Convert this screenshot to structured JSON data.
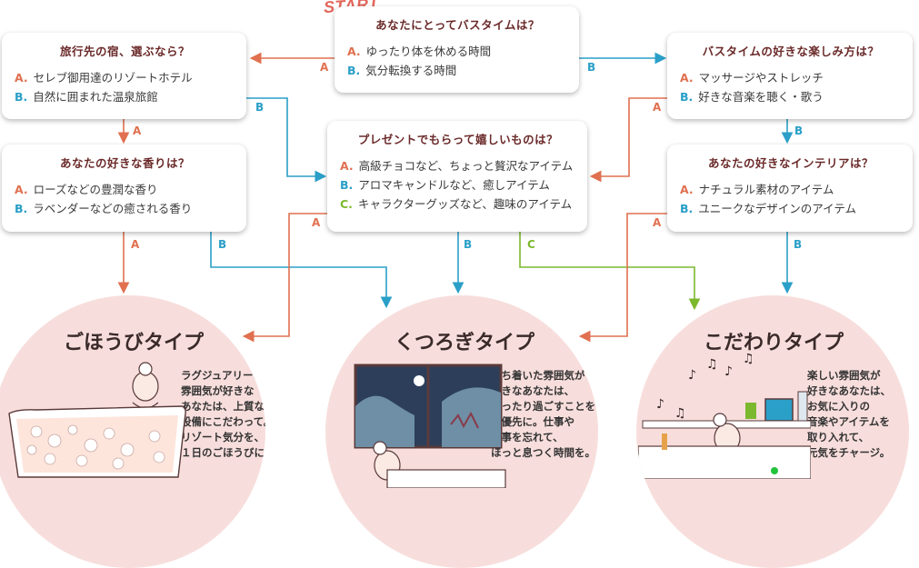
{
  "start_label": "START",
  "questions": {
    "q_start": {
      "title": "あなたにとってバスタイムは？",
      "a": "ゆったり体を休める時間",
      "b": "気分転換する時間"
    },
    "q_travel": {
      "title": "旅行先の宿、選ぶなら？",
      "a": "セレブ御用達のリゾートホテル",
      "b": "自然に囲まれた温泉旅館"
    },
    "q_scent": {
      "title": "あなたの好きな香りは？",
      "a": "ローズなどの豊潤な香り",
      "b": "ラベンダーなどの癒される香り"
    },
    "q_present": {
      "title": "プレゼントでもらって嬉しいものは？",
      "a": "高級チョコなど、ちょっと贅沢なアイテム",
      "b": "アロマキャンドルなど、癒しアイテム",
      "c": "キャラクターグッズなど、趣味のアイテム"
    },
    "q_enjoy": {
      "title": "バスタイムの好きな楽しみ方は？",
      "a": "マッサージやストレッチ",
      "b": "好きな音楽を聴く・歌う"
    },
    "q_interior": {
      "title": "あなたの好きなインテリアは？",
      "a": "ナチュラル素材のアイテム",
      "b": "ユニークなデザインのアイテム"
    }
  },
  "option_keys": {
    "a": "A.",
    "b": "B.",
    "c": "C."
  },
  "edge_labels": {
    "a": "A",
    "b": "B",
    "c": "C"
  },
  "results": {
    "gohoubi": {
      "title": "ごほうびタイプ",
      "desc": "ラグジュアリーな\n雰囲気が好きな\nあなたは、上質な\n設備にこだわって。\nリゾート気分を、\n１日のごほうびに。"
    },
    "kutsurogi": {
      "title": "くつろぎタイプ",
      "desc": "落ち着いた雰囲気が\n好きなあなたは、\nゆったり過ごすことを\n最優先に。仕事や\n家事を忘れて、\nほっと息つく時間を。"
    },
    "kodawari": {
      "title": "こだわりタイプ",
      "desc": "楽しい雰囲気が\n好きなあなたは、\nお気に入りの\n音楽やアイテムを\n取り入れて、\n元気をチャージ。"
    }
  },
  "colors": {
    "a": "#e07050",
    "b": "#2a9fc8",
    "c": "#7cb82e",
    "circle": "#f7dedc",
    "title": "#6b2a2a"
  }
}
